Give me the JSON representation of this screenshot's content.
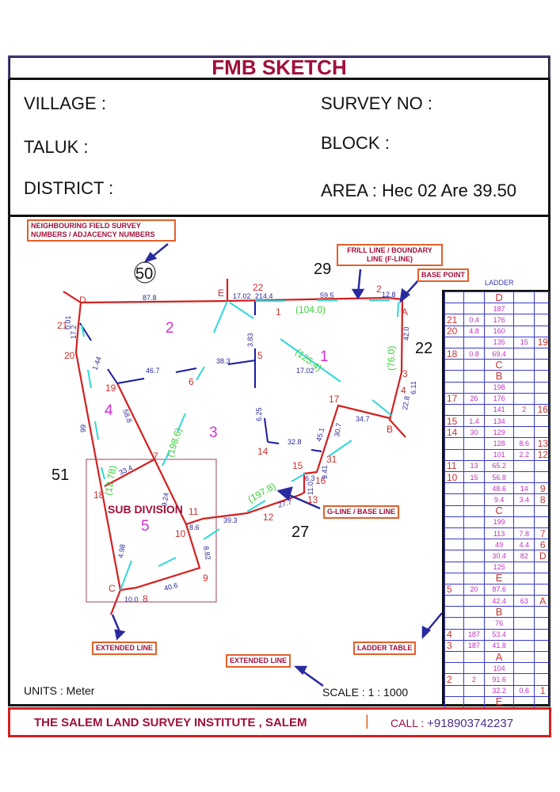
{
  "title": "FMB SKETCH",
  "header": {
    "village": "VILLAGE :",
    "taluk": "TALUK :",
    "district": "DISTRICT :",
    "survey_no": "SURVEY NO :",
    "block": "BLOCK :",
    "area": "AREA : Hec 02 Are 39.50"
  },
  "callouts": {
    "neighbour": "NEIGHBOURING FIELD SURVEY NUMBERS / ADJACENCY NUMBERS",
    "fline": "FRILL LINE / BOUNDARY LINE (F-LINE)",
    "base_point": "BASE POINT",
    "gline": "G-LINE / BASE LINE",
    "extended_left": "EXTENDED LINE",
    "extended_mid": "EXTENDED LINE",
    "ladder_table": "LADDER TABLE"
  },
  "sketch": {
    "stations": [
      "D",
      "E",
      "22",
      "1",
      "2",
      "A",
      "3",
      "4",
      "B",
      "17",
      "5",
      "6",
      "19",
      "20",
      "21",
      "7",
      "15",
      "16",
      "31",
      "14",
      "13",
      "12",
      "11",
      "10",
      "9",
      "8",
      "C",
      "18"
    ],
    "measurements": [
      "87.8",
      "17.02",
      "214.4",
      "59.5",
      "12.8",
      "42.0",
      "6.11",
      "22.8",
      "34.7",
      "30.7",
      "45.1",
      "32.8",
      "6.25",
      "3.83",
      "38.3",
      "17.02",
      "46.7",
      "1.44",
      "17.2",
      "0.01",
      "58.8",
      "99",
      "33.4",
      "4.98",
      "8.6",
      "39.3",
      "27.7",
      "6.3",
      "11.0",
      "9.41",
      "8.82",
      "40.6",
      "10.0",
      "9.24"
    ],
    "brackets": [
      "(104.0)",
      "(125.4)",
      "(76.0)",
      "(198.6)",
      "(197.8)",
      "(12.78)"
    ],
    "subdivisions": [
      "1",
      "2",
      "3",
      "4",
      "5"
    ],
    "neighbours": [
      "50",
      "29",
      "22",
      "51",
      "27"
    ],
    "subdivision_label": "SUB  DIVISION"
  },
  "ladder": {
    "title": "LADDER",
    "rows": [
      [
        "",
        "",
        "D",
        "",
        ""
      ],
      [
        "",
        "",
        "187",
        "",
        ""
      ],
      [
        "21",
        "0.4",
        "176",
        "",
        ""
      ],
      [
        "20",
        "4.8",
        "160",
        "",
        ""
      ],
      [
        "",
        "",
        "135",
        "15",
        "19"
      ],
      [
        "18",
        "0.8",
        "69.4",
        "",
        ""
      ],
      [
        "",
        "",
        "C",
        "",
        ""
      ],
      [
        "",
        "",
        "B",
        "",
        ""
      ],
      [
        "",
        "",
        "198",
        "",
        ""
      ],
      [
        "17",
        "26",
        "176",
        "",
        ""
      ],
      [
        "",
        "",
        "141",
        "2",
        "16"
      ],
      [
        "15",
        "1.4",
        "134",
        "",
        ""
      ],
      [
        "14",
        "30",
        "129",
        "",
        ""
      ],
      [
        "",
        "",
        "128",
        "8.6",
        "13"
      ],
      [
        "",
        "",
        "101",
        "2.2",
        "12"
      ],
      [
        "11",
        "13",
        "65.2",
        "",
        ""
      ],
      [
        "10",
        "15",
        "56.8",
        "",
        ""
      ],
      [
        "",
        "",
        "48.6",
        "14",
        "9"
      ],
      [
        "",
        "",
        "9.4",
        "3.4",
        "8"
      ],
      [
        "",
        "",
        "C",
        "",
        ""
      ],
      [
        "",
        "",
        "199",
        "",
        ""
      ],
      [
        "",
        "",
        "113",
        "7.8",
        "7"
      ],
      [
        "",
        "",
        "49",
        "4.4",
        "6"
      ],
      [
        "",
        "",
        "30.4",
        "82",
        "D"
      ],
      [
        "",
        "",
        "125",
        "",
        ""
      ],
      [
        "",
        "",
        "E",
        "",
        ""
      ],
      [
        "5",
        "20",
        "87.6",
        "",
        ""
      ],
      [
        "",
        "",
        "42.4",
        "63",
        "A"
      ],
      [
        "",
        "",
        "B",
        "",
        ""
      ],
      [
        "",
        "",
        "76",
        "",
        ""
      ],
      [
        "4",
        "187",
        "53.4",
        "",
        ""
      ],
      [
        "3",
        "187",
        "41.8",
        "",
        ""
      ],
      [
        "",
        "",
        "A",
        "",
        ""
      ],
      [
        "",
        "",
        "104",
        "",
        ""
      ],
      [
        "2",
        "2",
        "91.6",
        "",
        ""
      ],
      [
        "",
        "",
        "32.2",
        "0.6",
        "1"
      ],
      [
        "",
        "",
        "E",
        "",
        ""
      ]
    ]
  },
  "units": "UNITS : Meter",
  "scale": "SCALE : 1 : 1000",
  "footer": {
    "institute": "THE SALEM LAND SURVEY INSTITUTE , SALEM",
    "separator": "|",
    "call_label": "CALL :",
    "phone": "+918903742237"
  }
}
